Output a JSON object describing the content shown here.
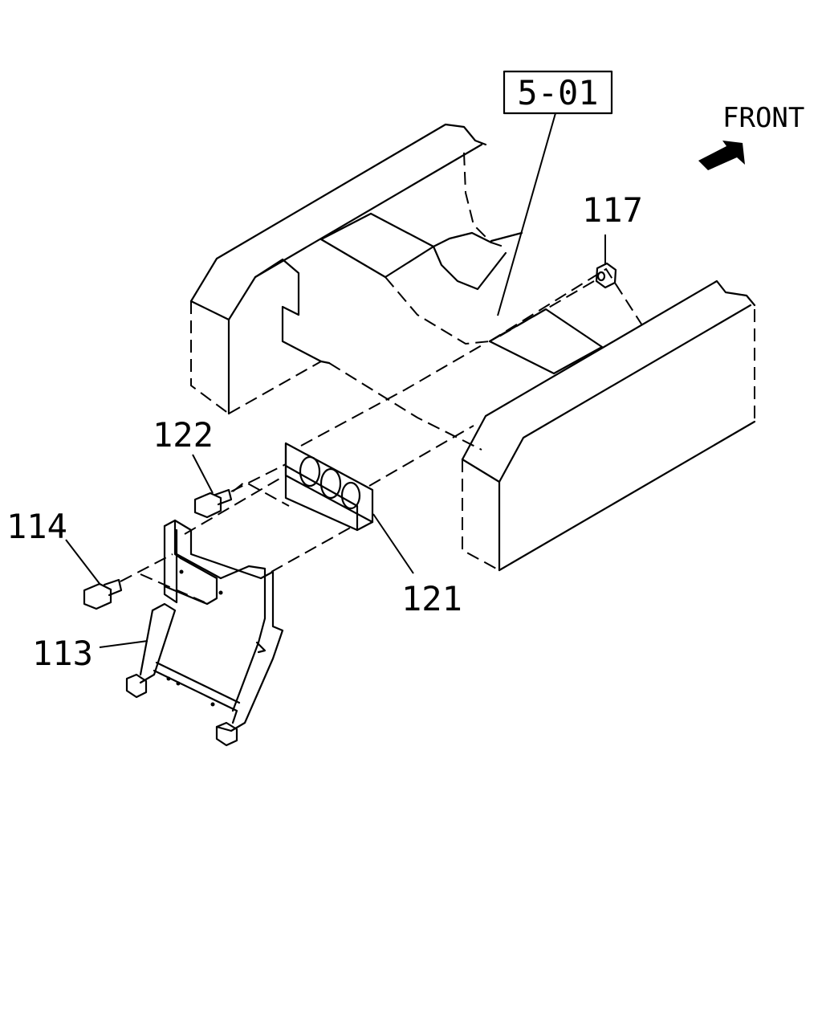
{
  "diagram": {
    "reference_box": "5-01",
    "direction_label": "FRONT",
    "callouts": {
      "p117": "117",
      "p122": "122",
      "p114": "114",
      "p121": "121",
      "p113": "113"
    }
  }
}
